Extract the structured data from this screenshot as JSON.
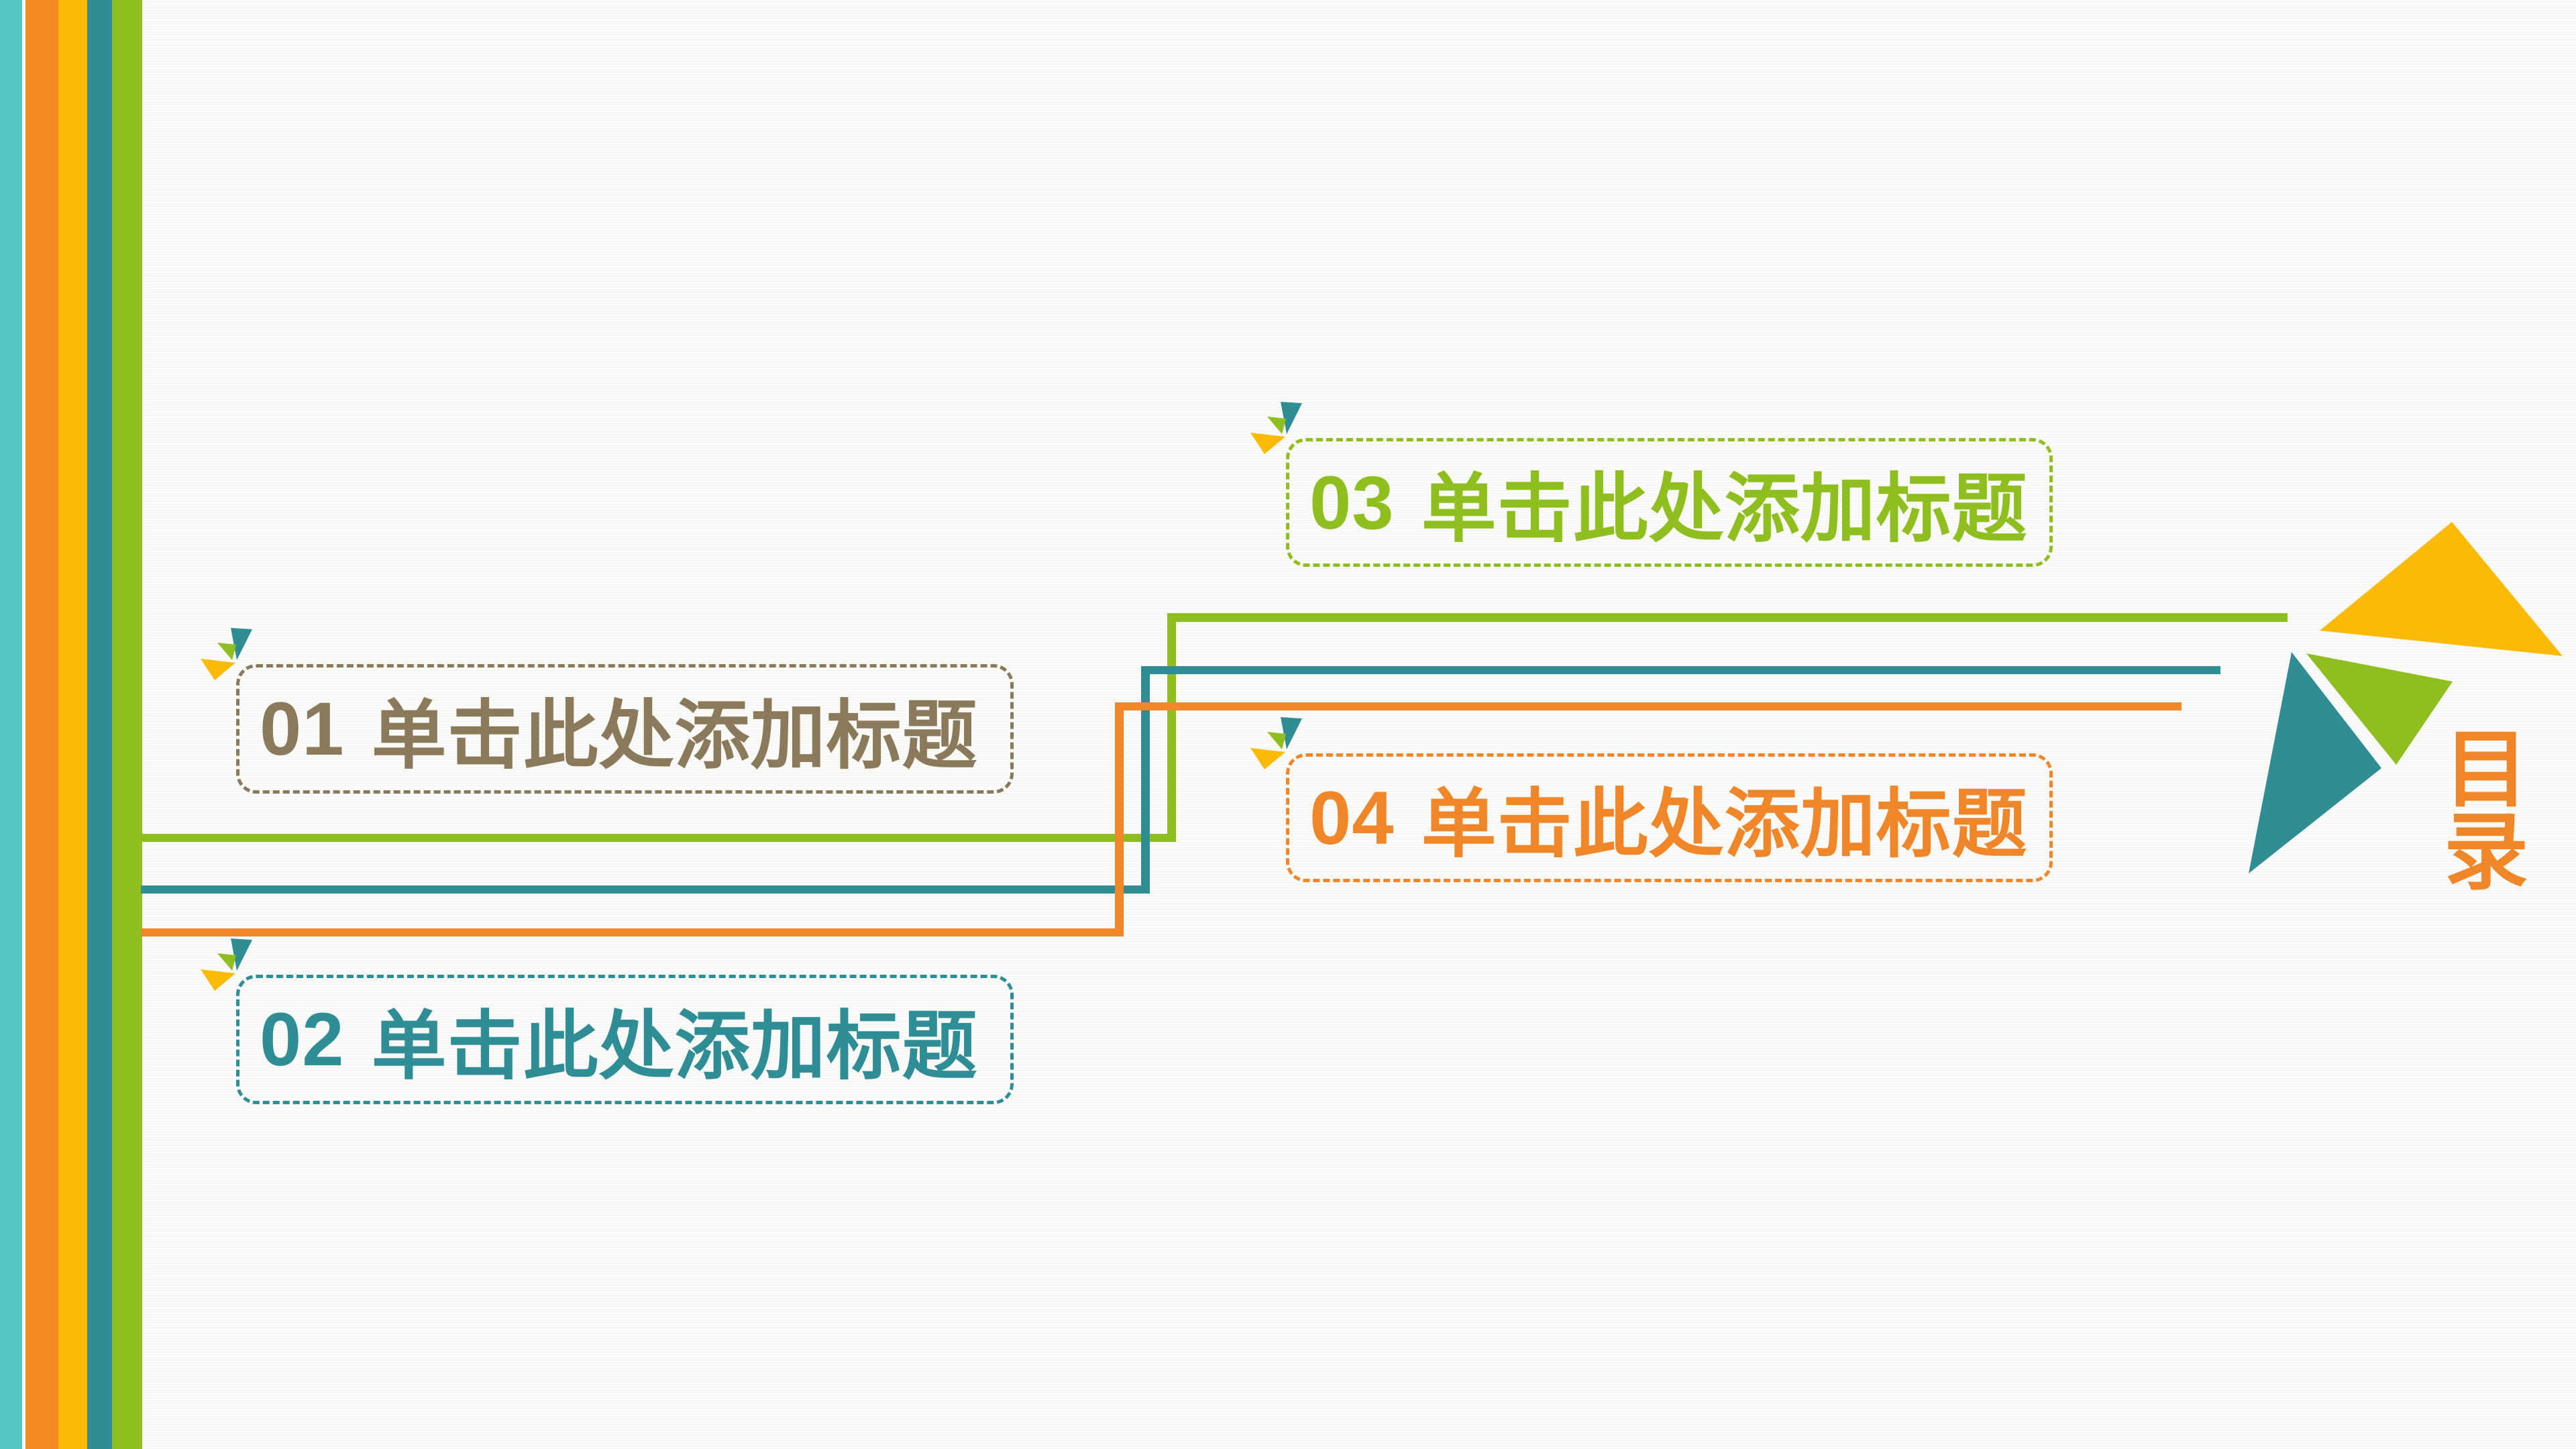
{
  "slide": {
    "toc_title": {
      "char_top": "目",
      "char_bottom": "录",
      "color": "#F0862A"
    },
    "items": [
      {
        "number": "01",
        "title": "单击此处添加标题",
        "color": "#8A795B"
      },
      {
        "number": "02",
        "title": "单击此处添加标题",
        "color": "#2F8D95"
      },
      {
        "number": "03",
        "title": "单击此处添加标题",
        "color": "#8FBE20"
      },
      {
        "number": "04",
        "title": "单击此处添加标题",
        "color": "#F0862A"
      }
    ],
    "palette": {
      "background": "#FAFAF8",
      "stripe_teal_light": "#55C6C3",
      "stripe_orange": "#F28A21",
      "stripe_yellow": "#FBB908",
      "stripe_teal_dark": "#318D94",
      "stripe_green": "#8FBE20",
      "line_green": "#8FBE20",
      "line_teal": "#318D94",
      "line_orange": "#F0862A",
      "triangle_yellow": "#FBB908",
      "triangle_green": "#8FBE20",
      "triangle_teal": "#318D94",
      "text_brown": "#8A795B"
    }
  }
}
